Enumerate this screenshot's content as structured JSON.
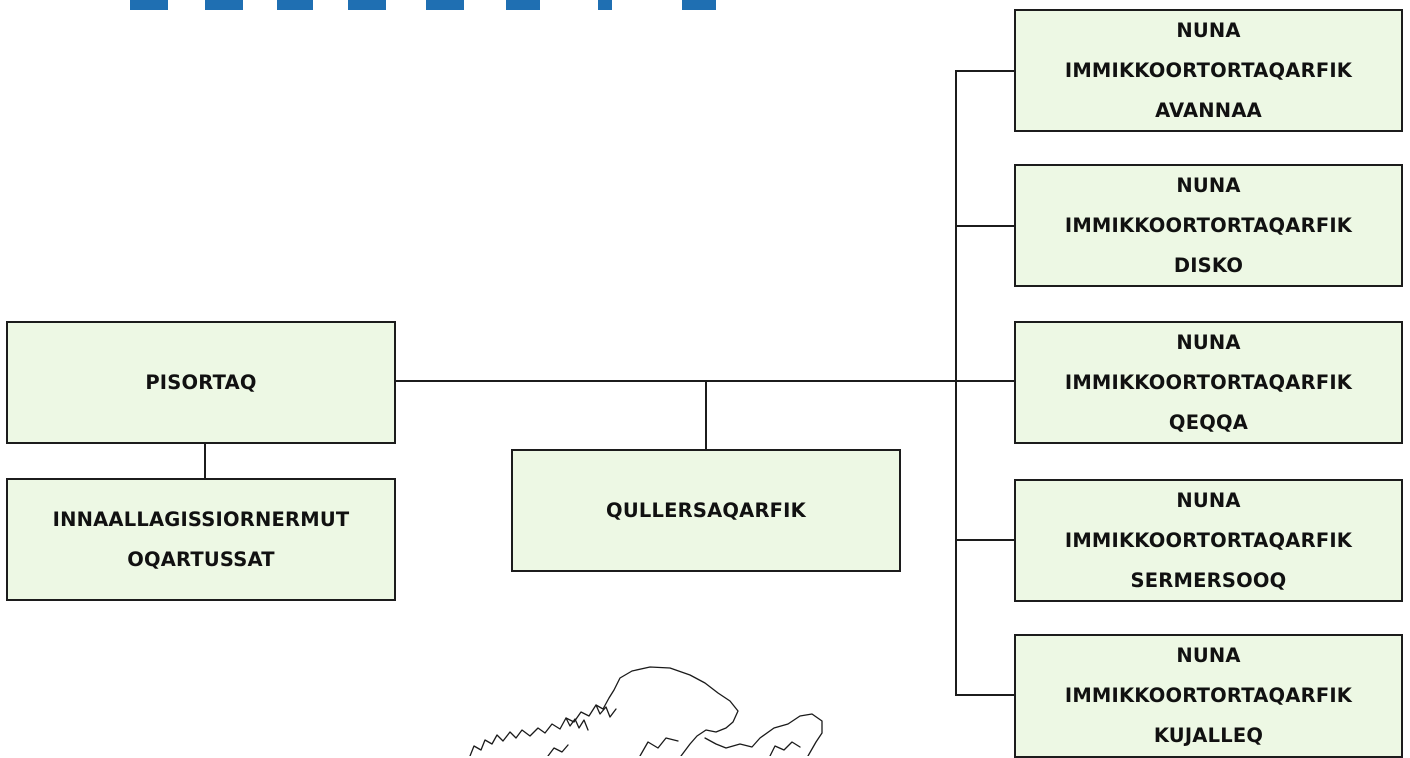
{
  "colors": {
    "box_fill": "#edf8e4",
    "box_border": "#1c1c1c",
    "title_blue": "#1f6fb2"
  },
  "chart": {
    "root": {
      "label": "PISORTAQ"
    },
    "staff": {
      "lines": [
        "INNAALLAGISSIORNERMUT",
        "OQARTUSSAT"
      ]
    },
    "center": {
      "label": "QULLERSAQARFIK"
    },
    "regions": [
      {
        "lines": [
          "NUNA",
          "IMMIKKOORTORTAQARFIK",
          "AVANNAA"
        ]
      },
      {
        "lines": [
          "NUNA",
          "IMMIKKOORTORTAQARFIK",
          "DISKO"
        ]
      },
      {
        "lines": [
          "NUNA",
          "IMMIKKOORTORTAQARFIK",
          "QEQQA"
        ]
      },
      {
        "lines": [
          "NUNA",
          "IMMIKKOORTORTAQARFIK",
          "SERMERSOOQ"
        ]
      },
      {
        "lines": [
          "NUNA",
          "IMMIKKOORTORTAQARFIK",
          "KUJALLEQ"
        ]
      }
    ]
  }
}
